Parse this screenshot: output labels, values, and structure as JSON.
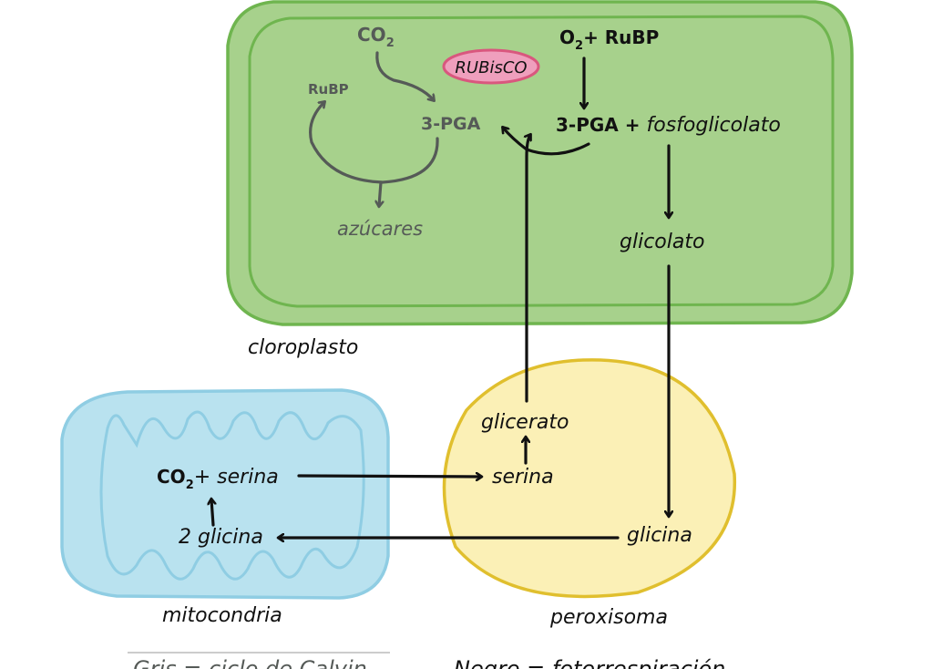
{
  "colors": {
    "chloroplast_fill": "#a7d18c",
    "chloroplast_stroke": "#6fb54f",
    "mitochondria_fill": "#b9e2ef",
    "mitochondria_stroke": "#8fcde3",
    "peroxisome_fill": "#fbf0b6",
    "peroxisome_stroke": "#e0bf2e",
    "rubisco_fill": "#ef9fbd",
    "rubisco_stroke": "#d9577e",
    "calvin_gray": "#555a57",
    "ink": "#111111"
  },
  "chloroplast": {
    "label": "cloroplasto",
    "calvin": {
      "co2": "CO",
      "co2_sub": "2",
      "rubp": "RuBP",
      "pga": "3-PGA",
      "sugars": "azúcares"
    },
    "rubisco": "RUBisCO",
    "photorespiration": {
      "o2": "O",
      "o2_sub": "2",
      "o2_plus_rubp": "+ RuBP",
      "pga": "3-PGA",
      "plus": "+",
      "phosphoglycolate": "fosfoglicolato",
      "glycolate": "glicolato"
    }
  },
  "peroxisome": {
    "label": "peroxisoma",
    "glycerate": "glicerato",
    "serine": "serina",
    "glycine": "glicina"
  },
  "mitochondria": {
    "label": "mitocondria",
    "co2": "CO",
    "co2_sub": "2",
    "plus_serine": "+ serina",
    "two_glycine": "2 glicina"
  },
  "legend": {
    "gray": "Gris = ciclo de Calvin",
    "black": "Negro = fotorrespiración"
  }
}
